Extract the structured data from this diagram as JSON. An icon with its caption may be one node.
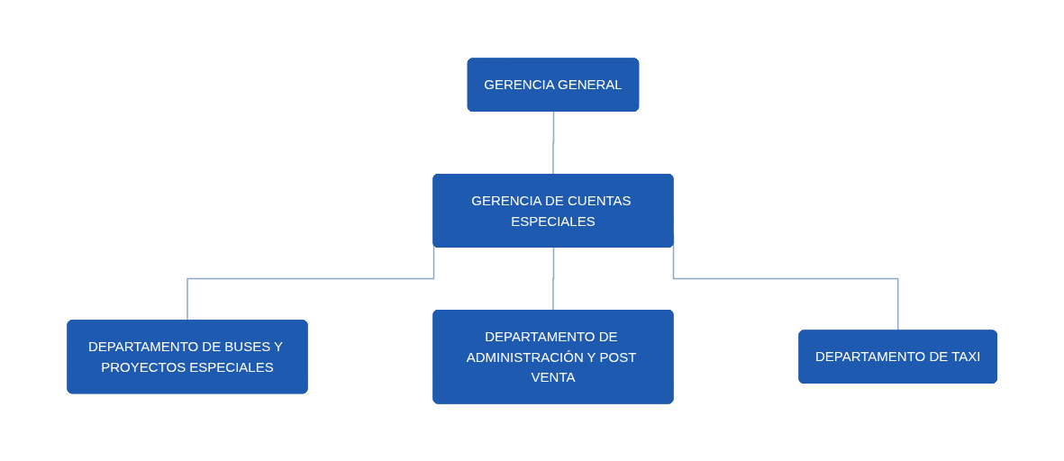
{
  "diagram": {
    "nodes": [
      {
        "text": [
          "GERENCIA GENERAL"
        ]
      },
      {
        "text": [
          "GERENCIA DE CUENTAS ESPECIALES"
        ]
      },
      {
        "text": [
          "DEPARTAMENTO DE BUSES Y PROYECTOS ESPECIALES"
        ]
      },
      {
        "text": [
          "DEPARTAMENTO DE ADMINISTRACIÓN Y POST VENTA"
        ]
      },
      {
        "text": [
          "DEPARTAMENTO DE TAXI"
        ]
      }
    ],
    "edges": [
      {
        "from": 0,
        "to": 1,
        "arrow": "none"
      },
      {
        "from": 1,
        "to": 2,
        "arrow": "none"
      },
      {
        "from": 1,
        "to": 3,
        "arrow": "none"
      },
      {
        "from": 1,
        "to": 4,
        "arrow": "none"
      }
    ]
  }
}
